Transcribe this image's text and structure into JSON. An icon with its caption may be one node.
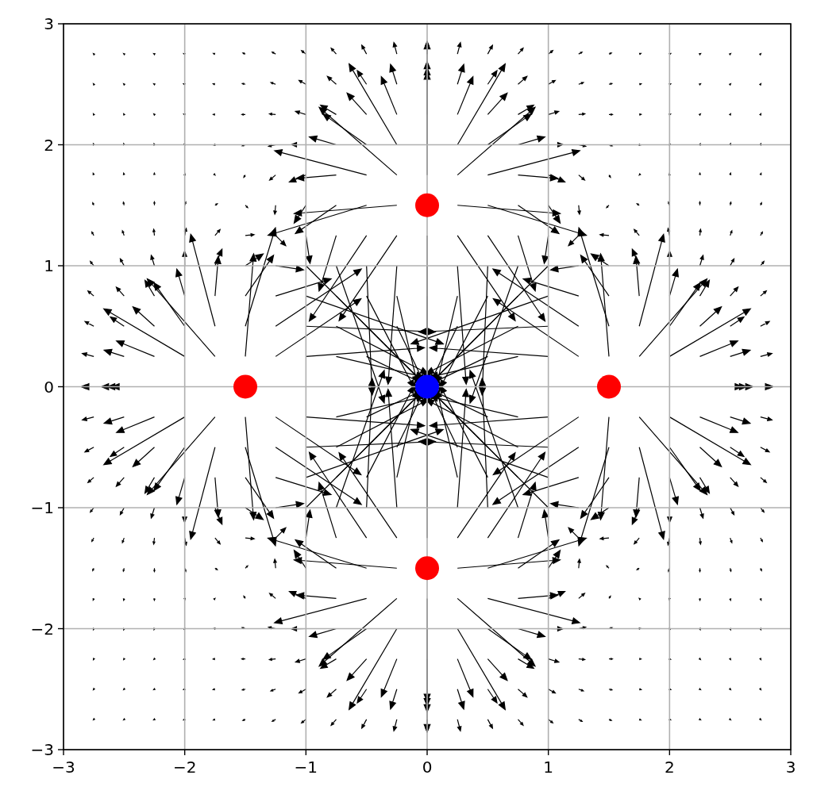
{
  "diagram": {
    "chart_data": {
      "type": "scatter",
      "x": [
        -1.5,
        0,
        0,
        1.5,
        0
      ],
      "series": [
        {
          "color": "#ff0000",
          "values": [
            0,
            1.5,
            -1.5,
            0,
            null
          ]
        },
        {
          "color": "#0000ff",
          "values": [
            null,
            null,
            null,
            null,
            0
          ]
        }
      ],
      "grid": true,
      "xlim": [
        -3,
        3
      ],
      "ylim": [
        -3,
        3
      ],
      "xticks": [
        {
          "value": -3,
          "label": "−3"
        },
        {
          "value": -2,
          "label": "−2"
        },
        {
          "value": -1,
          "label": "−1"
        },
        0,
        1,
        2,
        3
      ],
      "yticks": [
        {
          "value": -3,
          "label": "−3"
        },
        {
          "value": -2,
          "label": "−2"
        },
        {
          "value": -1,
          "label": "−1"
        },
        0,
        1,
        2,
        3
      ]
    }
  }
}
